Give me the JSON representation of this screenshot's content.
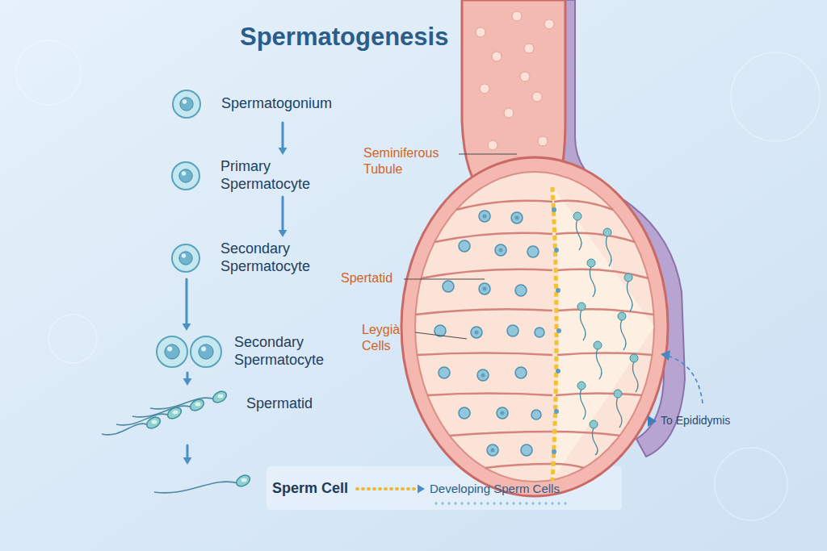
{
  "diagram": {
    "title": "Spermatogenesis",
    "nodes": [
      {
        "text": [
          "Spermatogonium"
        ]
      },
      {
        "text": [
          "Primary Spermatocyte"
        ]
      },
      {
        "text": [
          "Secondary Spermatocyte"
        ]
      },
      {
        "text": [
          "Secondary Spermatocyte"
        ]
      },
      {
        "text": [
          "Spermatid"
        ]
      },
      {
        "text": [
          "Sperm Cell"
        ]
      },
      {
        "text": [
          "Developing Sperm Cells"
        ]
      }
    ],
    "edges": [
      {
        "from": 0,
        "to": 1,
        "arrow": "to"
      },
      {
        "from": 1,
        "to": 2,
        "arrow": "to"
      },
      {
        "from": 2,
        "to": 3,
        "arrow": "to"
      },
      {
        "from": 3,
        "to": 4,
        "arrow": "to"
      },
      {
        "from": 4,
        "to": 5,
        "arrow": "to"
      },
      {
        "from": 5,
        "to": 6,
        "arrow": "to"
      }
    ],
    "labels": [
      "Seminiferous Tubule",
      "Spertatid",
      "Leygià Cells",
      "To Epididymis"
    ]
  }
}
